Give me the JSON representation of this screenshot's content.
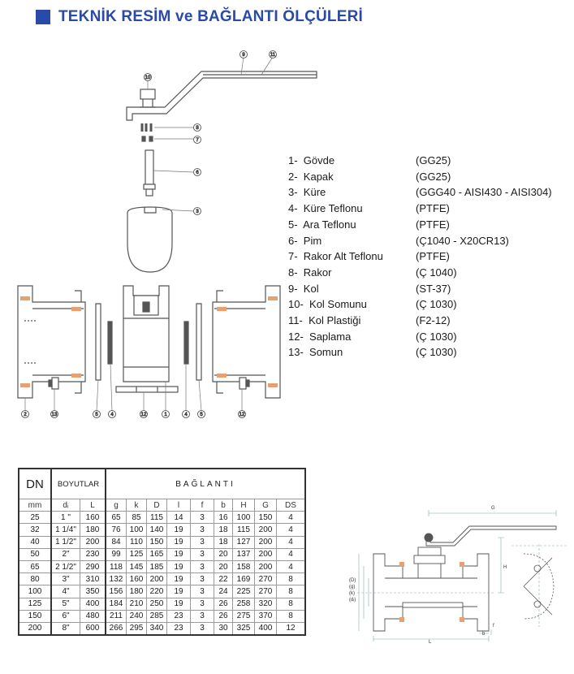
{
  "title": "TEKNİK RESİM ve BAĞLANTI ÖLÇÜLERİ",
  "colors": {
    "accent": "#2a4aa8",
    "flange_accent": "#e8a070",
    "line": "#555555"
  },
  "callouts": [
    "9",
    "11",
    "10",
    "8",
    "7",
    "6",
    "3",
    "2",
    "13",
    "5",
    "4",
    "12",
    "1",
    "4",
    "5",
    "12"
  ],
  "parts": [
    {
      "no": "1-",
      "name": "Gövde",
      "material": "(GG25)"
    },
    {
      "no": "2-",
      "name": "Kapak",
      "material": "(GG25)"
    },
    {
      "no": "3-",
      "name": "Küre",
      "material": "(GGG40 - AISI430 - AISI304)"
    },
    {
      "no": "4-",
      "name": "Küre Teflonu",
      "material": "(PTFE)"
    },
    {
      "no": "5-",
      "name": "Ara Teflonu",
      "material": "(PTFE)"
    },
    {
      "no": "6-",
      "name": "Pim",
      "material": "(Ç1040 - X20CR13)"
    },
    {
      "no": "7-",
      "name": "Rakor Alt Teflonu",
      "material": "(PTFE)"
    },
    {
      "no": "8-",
      "name": "Rakor",
      "material": "(Ç 1040)"
    },
    {
      "no": "9-",
      "name": "Kol",
      "material": "(ST-37)"
    },
    {
      "no": "10-",
      "name": "Kol Somunu",
      "material": "(Ç 1030)"
    },
    {
      "no": "11-",
      "name": "Kol Plastiği",
      "material": "(F2-12)"
    },
    {
      "no": "12-",
      "name": "Saplama",
      "material": "(Ç 1030)"
    },
    {
      "no": "13-",
      "name": "Somun",
      "material": "(Ç 1030)"
    }
  ],
  "table": {
    "header_dn": "DN",
    "header_boyutlar": "BOYUTLAR",
    "header_baglanti": "BAĞLANTI",
    "units": [
      "mm",
      "dᵢ",
      "L",
      "g",
      "k",
      "D",
      "l",
      "f",
      "b",
      "H",
      "G",
      "DS"
    ],
    "rows": [
      [
        "25",
        "1 \"",
        "160",
        "65",
        "85",
        "115",
        "14",
        "3",
        "16",
        "100",
        "150",
        "4"
      ],
      [
        "32",
        "1 1/4\"",
        "180",
        "76",
        "100",
        "140",
        "19",
        "3",
        "18",
        "115",
        "200",
        "4"
      ],
      [
        "40",
        "1 1/2\"",
        "200",
        "84",
        "110",
        "150",
        "19",
        "3",
        "18",
        "127",
        "200",
        "4"
      ],
      [
        "50",
        "2\"",
        "230",
        "99",
        "125",
        "165",
        "19",
        "3",
        "20",
        "137",
        "200",
        "4"
      ],
      [
        "65",
        "2 1/2\"",
        "290",
        "118",
        "145",
        "185",
        "19",
        "3",
        "20",
        "158",
        "200",
        "4"
      ],
      [
        "80",
        "3\"",
        "310",
        "132",
        "160",
        "200",
        "19",
        "3",
        "22",
        "169",
        "270",
        "8"
      ],
      [
        "100",
        "4\"",
        "350",
        "156",
        "180",
        "220",
        "19",
        "3",
        "24",
        "225",
        "270",
        "8"
      ],
      [
        "125",
        "5\"",
        "400",
        "184",
        "210",
        "250",
        "19",
        "3",
        "26",
        "258",
        "320",
        "8"
      ],
      [
        "150",
        "6\"",
        "480",
        "211",
        "240",
        "285",
        "23",
        "3",
        "26",
        "275",
        "370",
        "8"
      ],
      [
        "200",
        "8\"",
        "600",
        "266",
        "295",
        "340",
        "23",
        "3",
        "30",
        "325",
        "400",
        "12"
      ]
    ]
  },
  "section_labels": {
    "G": "G",
    "H": "H",
    "L": "L",
    "f": "f",
    "b": "b",
    "g": "(g)",
    "k": "(k)",
    "D": "(D)",
    "di": "(dᵢ)"
  }
}
